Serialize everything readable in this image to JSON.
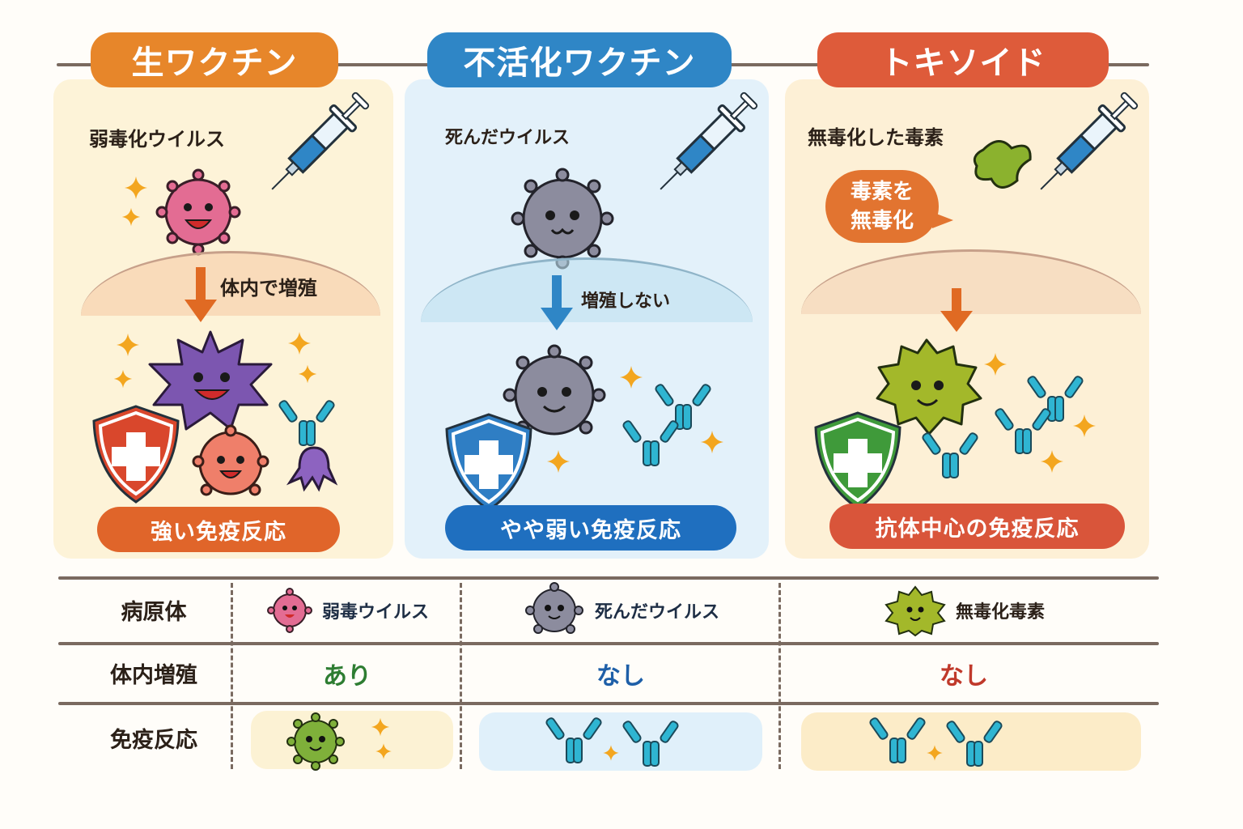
{
  "columns": [
    {
      "title": "生ワクチン",
      "accent": "#e7862a",
      "callout": "弱毒化ウイルス",
      "process": "体内で増殖",
      "result": "強い免疫反応",
      "icons": [
        "syringe-icon",
        "pink-virus-icon",
        "purple-virus-icon",
        "coral-virus-icon",
        "shield-cross-icon",
        "antibody-icon",
        "sparkle-icon"
      ]
    },
    {
      "title": "不活化ワクチン",
      "accent": "#2f86c6",
      "callout": "死んだウイルス",
      "process": "増殖しない",
      "result": "やや弱い免疫反応",
      "icons": [
        "syringe-icon",
        "gray-virus-icon",
        "shield-cross-icon",
        "antibody-icon",
        "sparkle-icon"
      ]
    },
    {
      "title": "トキソイド",
      "accent": "#de5b3a",
      "callout": "無毒化した毒素",
      "bubble_line1": "毒素を",
      "bubble_line2": "無毒化",
      "result": "抗体中心の免疫反応",
      "icons": [
        "syringe-icon",
        "green-toxin-icon",
        "shield-cross-icon",
        "antibody-icon",
        "sparkle-icon"
      ]
    }
  ],
  "table": {
    "rows": [
      {
        "header": "病原体",
        "cells": [
          "弱毒ウイルス",
          "死んだウイルス",
          "無毒化毒素"
        ],
        "icons": [
          "pink-virus-icon",
          "gray-virus-icon",
          "green-toxin-icon"
        ]
      },
      {
        "header": "体内増殖",
        "cells": [
          "あり",
          "なし",
          "なし"
        ],
        "colors": [
          "#2e7d32",
          "#1e5fa8",
          "#c0392b"
        ]
      },
      {
        "header": "免疫反応",
        "icons": [
          "green-virus-icon",
          "antibody-icon",
          "antibody-icon"
        ]
      }
    ]
  }
}
